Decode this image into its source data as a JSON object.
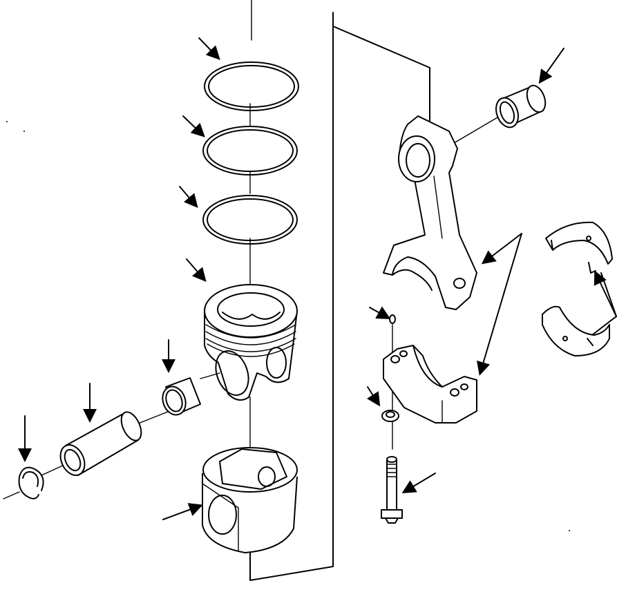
{
  "diagram": {
    "type": "exploded-parts-view",
    "line_color": "#000000",
    "background": "#ffffff",
    "parts": [
      {
        "id": "top-ring",
        "icon": "piston-ring-icon"
      },
      {
        "id": "second-ring",
        "icon": "piston-ring-icon"
      },
      {
        "id": "oil-ring",
        "icon": "piston-ring-icon"
      },
      {
        "id": "piston-crown",
        "icon": "piston-crown-icon"
      },
      {
        "id": "piston-skirt",
        "icon": "piston-skirt-icon"
      },
      {
        "id": "pin-bushing",
        "icon": "bushing-icon"
      },
      {
        "id": "piston-pin",
        "icon": "piston-pin-icon"
      },
      {
        "id": "snap-ring",
        "icon": "snap-ring-icon"
      },
      {
        "id": "small-end-bushing",
        "icon": "bushing-icon"
      },
      {
        "id": "connecting-rod",
        "icon": "connecting-rod-icon"
      },
      {
        "id": "rod-cap",
        "icon": "rod-cap-icon"
      },
      {
        "id": "bearing-upper",
        "icon": "bearing-shell-icon"
      },
      {
        "id": "bearing-lower",
        "icon": "bearing-shell-icon"
      },
      {
        "id": "dowel-pin",
        "icon": "dowel-icon"
      },
      {
        "id": "washer",
        "icon": "washer-icon"
      },
      {
        "id": "rod-bolt",
        "icon": "bolt-icon"
      }
    ]
  }
}
